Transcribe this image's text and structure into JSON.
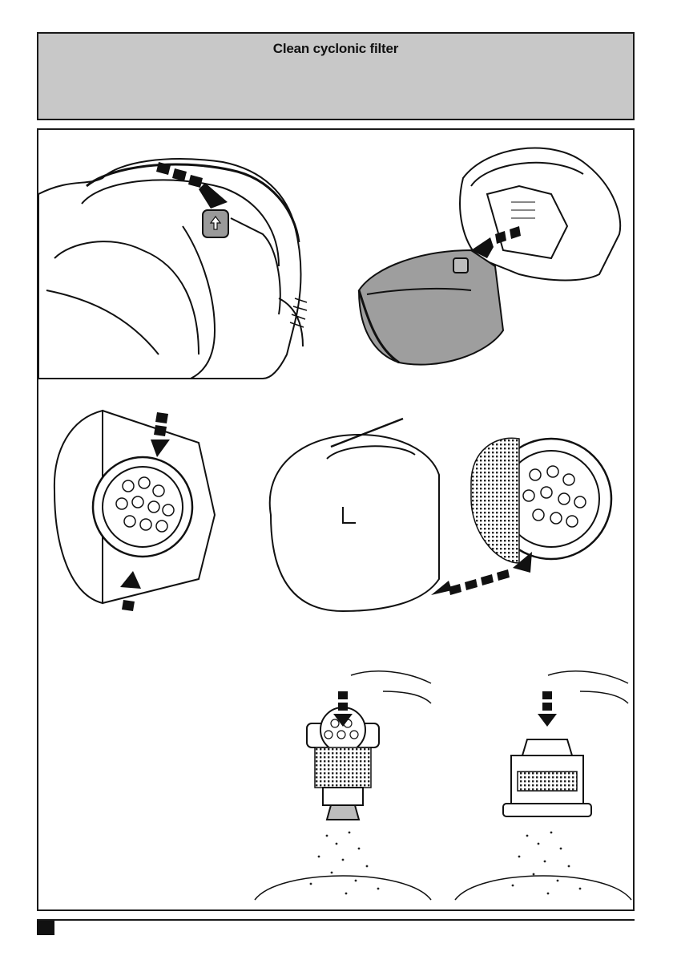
{
  "header": {
    "title": "Clean cyclonic filter"
  },
  "illustrations": [
    {
      "name": "step-1-press-release-button",
      "icon": "vacuum-release-button"
    },
    {
      "name": "step-2-remove-dust-bin",
      "icon": "dust-bin-removal"
    },
    {
      "name": "step-3-press-filter-catches",
      "icon": "filter-catch"
    },
    {
      "name": "step-4-separate-filter",
      "icon": "filter-separate"
    },
    {
      "name": "step-5-tap-filter-empty",
      "icon": "filter-empty"
    },
    {
      "name": "step-6-tap-filter-inverted",
      "icon": "filter-empty-inverted"
    }
  ]
}
